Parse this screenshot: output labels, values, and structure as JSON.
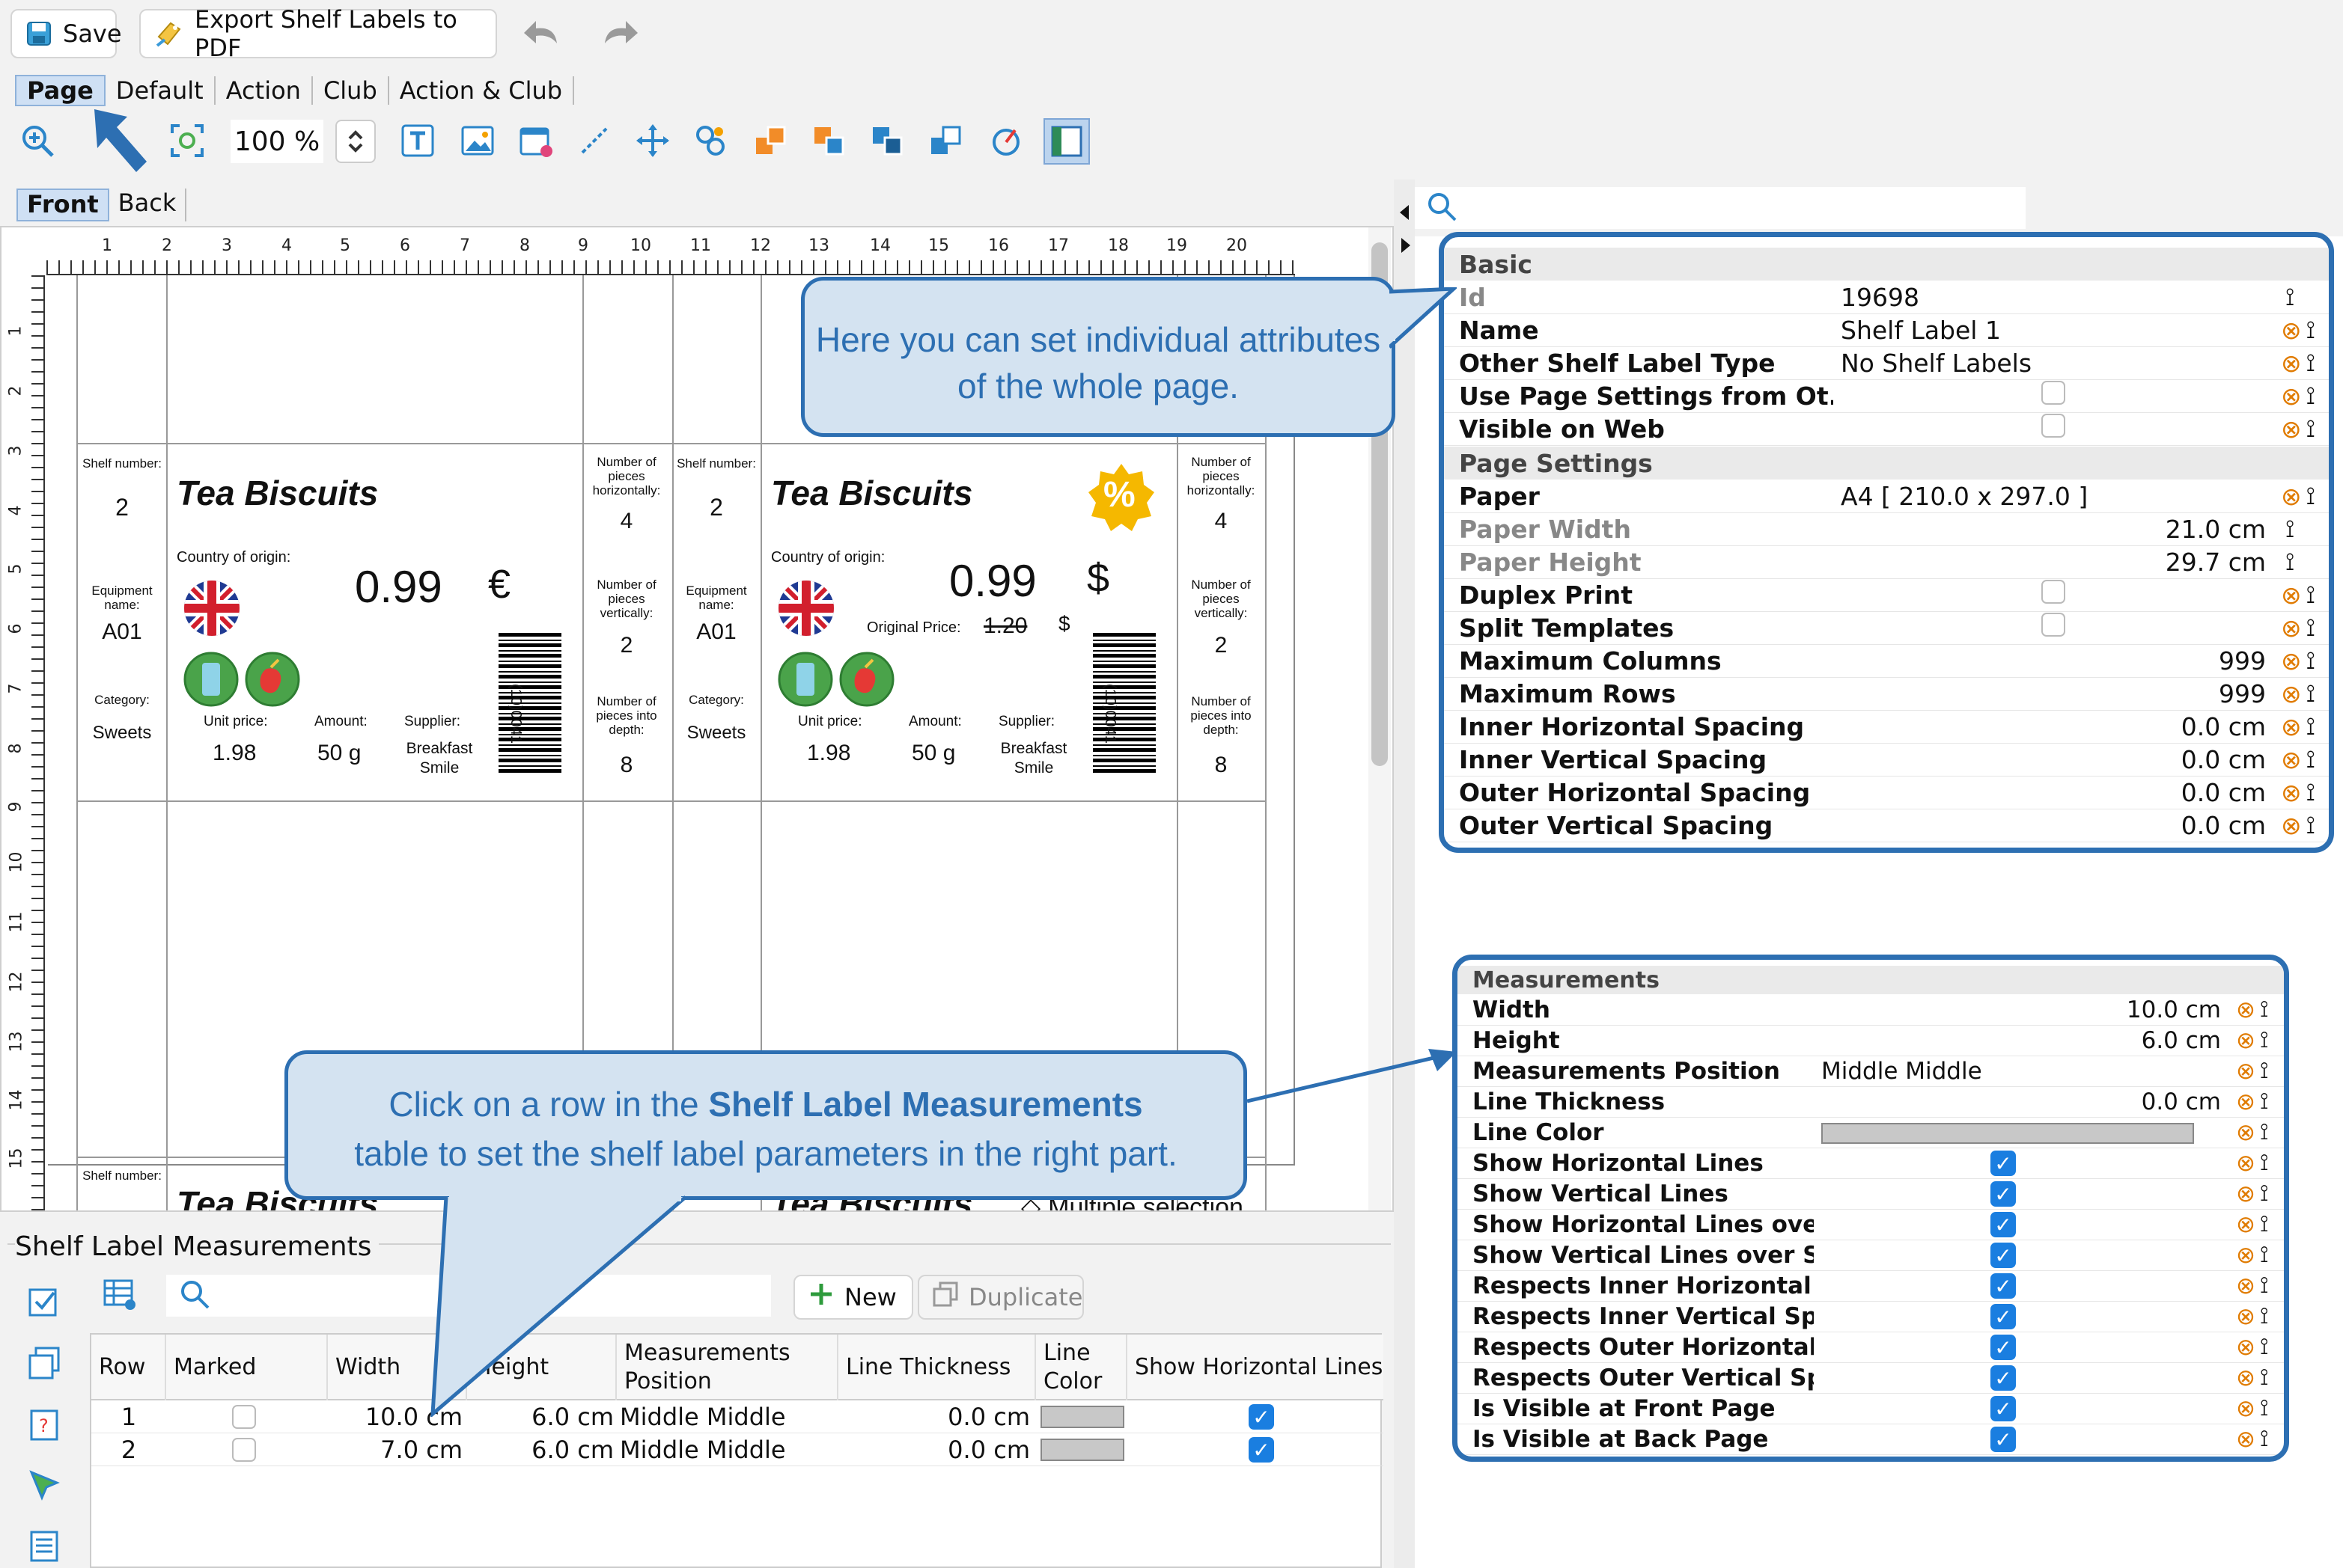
{
  "toolbar": {
    "save": "Save",
    "export": "Export Shelf Labels to PDF",
    "zoom": "100 %"
  },
  "tabs": [
    "Page",
    "Default",
    "Action",
    "Club",
    "Action & Club"
  ],
  "side_tabs": [
    "Front",
    "Back"
  ],
  "ruler_h": [
    "1",
    "2",
    "3",
    "4",
    "5",
    "6",
    "7",
    "8",
    "9",
    "10",
    "11",
    "12",
    "13",
    "14",
    "15",
    "16",
    "17",
    "18",
    "19",
    "20"
  ],
  "ruler_v": [
    "1",
    "2",
    "3",
    "4",
    "5",
    "6",
    "7",
    "8",
    "9",
    "10",
    "11",
    "12",
    "13",
    "14",
    "15"
  ],
  "label": {
    "shelf_number_lbl": "Shelf number:",
    "shelf_number": "2",
    "equipment_lbl": "Equipment name:",
    "equipment": "A01",
    "category_lbl": "Category:",
    "category": "Sweets",
    "title": "Tea Biscuits",
    "country_lbl": "Country of origin:",
    "price": "0.99",
    "currency1": "€",
    "currency2": "$",
    "orig_price_lbl": "Original Price:",
    "orig_price": "1.20",
    "orig_cur": "$",
    "unit_price_lbl": "Unit price:",
    "unit_price": "1.98",
    "amount_lbl": "Amount:",
    "amount": "50 g",
    "supplier_lbl": "Supplier:",
    "supplier": "Breakfast Smile",
    "barcode_text": "(10)0041",
    "hor_lbl": "Number of pieces horizontally:",
    "hor": "4",
    "vert_lbl": "Number of pieces vertically:",
    "vert": "2",
    "depth_lbl": "Number of pieces into depth:",
    "depth": "8",
    "percent": "%"
  },
  "multiple_selection": "Multiple selection",
  "callouts": {
    "top": "Here you can set individual attributes of the whole page.",
    "bottom_pre": "Click on a row in the ",
    "bottom_bold": "Shelf Label Measurements",
    "bottom_post": "table to set the shelf label parameters in the right part."
  },
  "measurements_panel": {
    "title": "Shelf Label Measurements",
    "new_btn": "New",
    "dup_btn": "Duplicate",
    "columns": [
      "Row",
      "Marked",
      "Width",
      "Height",
      "Measurements Position",
      "Line Thickness",
      "Line Color",
      "Show Horizontal Lines"
    ],
    "rows": [
      {
        "row": "1",
        "width": "10.0 cm",
        "height": "6.0 cm",
        "position": "Middle Middle",
        "thickness": "0.0 cm"
      },
      {
        "row": "2",
        "width": "7.0 cm",
        "height": "6.0 cm",
        "position": "Middle Middle",
        "thickness": "0.0 cm"
      }
    ]
  },
  "props": {
    "basic_title": "Basic",
    "basic": [
      {
        "k": "Id",
        "v": "19698"
      },
      {
        "k": "Name",
        "v": "Shelf Label 1"
      },
      {
        "k": "Other Shelf Label Type",
        "v": "No Shelf Labels"
      },
      {
        "k": "Use Page Settings from Ot...",
        "v": ""
      },
      {
        "k": "Visible on Web",
        "v": ""
      }
    ],
    "page_title": "Page Settings",
    "page": [
      {
        "k": "Paper",
        "v": "A4 [ 210.0 x 297.0 ]"
      },
      {
        "k": "Paper Width",
        "v": "21.0 cm"
      },
      {
        "k": "Paper Height",
        "v": "29.7 cm"
      },
      {
        "k": "Duplex Print",
        "v": ""
      },
      {
        "k": "Split Templates",
        "v": ""
      },
      {
        "k": "Maximum Columns",
        "v": "999"
      },
      {
        "k": "Maximum Rows",
        "v": "999"
      },
      {
        "k": "Inner Horizontal Spacing",
        "v": "0.0 cm"
      },
      {
        "k": "Inner Vertical Spacing",
        "v": "0.0 cm"
      },
      {
        "k": "Outer Horizontal Spacing",
        "v": "0.0 cm"
      },
      {
        "k": "Outer Vertical Spacing",
        "v": "0.0 cm"
      }
    ]
  },
  "meas": {
    "title": "Measurements",
    "rows": [
      {
        "k": "Width",
        "v": "10.0 cm"
      },
      {
        "k": "Height",
        "v": "6.0 cm"
      },
      {
        "k": "Measurements Position",
        "v": "Middle Middle"
      },
      {
        "k": "Line Thickness",
        "v": "0.0 cm"
      },
      {
        "k": "Line Color",
        "v": ""
      },
      {
        "k": "Show Horizontal Lines",
        "v": ""
      },
      {
        "k": "Show Vertical Lines",
        "v": ""
      },
      {
        "k": "Show Horizontal Lines ove...",
        "v": ""
      },
      {
        "k": "Show Vertical Lines over SEL",
        "v": ""
      },
      {
        "k": "Respects Inner Horizontal ...",
        "v": ""
      },
      {
        "k": "Respects Inner Vertical Spa...",
        "v": ""
      },
      {
        "k": "Respects Outer Horizontal ...",
        "v": ""
      },
      {
        "k": "Respects Outer Vertical Sp...",
        "v": ""
      },
      {
        "k": "Is Visible at Front Page",
        "v": ""
      },
      {
        "k": "Is Visible at Back Page",
        "v": ""
      }
    ]
  },
  "colors": {
    "accent": "#2d6fb2",
    "callout_bg": "#d4e3f1",
    "check": "#1a7ee0"
  }
}
